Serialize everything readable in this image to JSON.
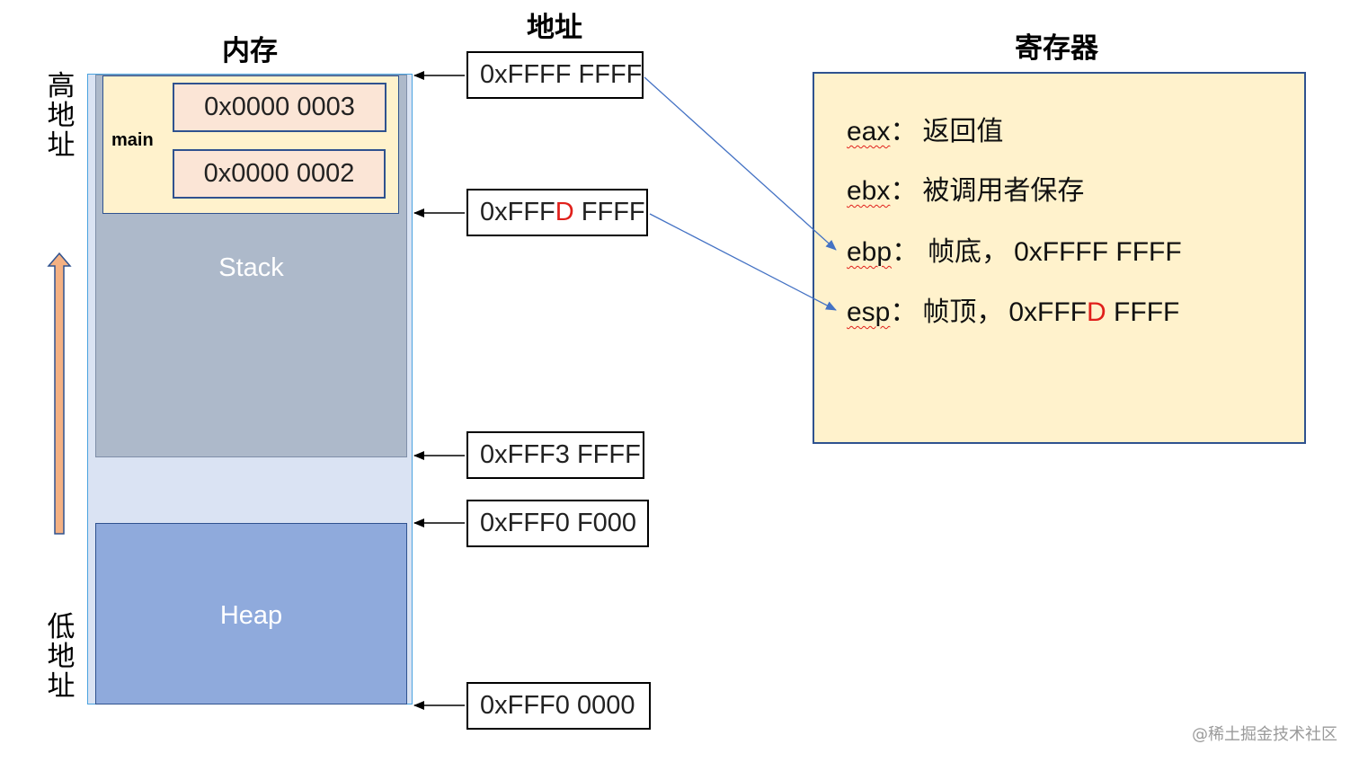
{
  "headings": {
    "memory": "内存",
    "address": "地址",
    "registers": "寄存器"
  },
  "side_labels": {
    "high": "高地址",
    "low": "低地址"
  },
  "memory": {
    "frame_label": "main",
    "frame_values": [
      "0x0000 0003",
      "0x0000 0002"
    ],
    "stack_label": "Stack",
    "heap_label": "Heap"
  },
  "addresses": [
    {
      "prefix": "0xFFFF FFFF",
      "highlight": "",
      "suffix": ""
    },
    {
      "prefix": "0xFFF",
      "highlight": "D",
      "suffix": " FFFF"
    },
    {
      "prefix": "0xFFF3 FFFF",
      "highlight": "",
      "suffix": ""
    },
    {
      "prefix": "0xFFF0 F000",
      "highlight": "",
      "suffix": ""
    },
    {
      "prefix": "0xFFF0 0000",
      "highlight": "",
      "suffix": ""
    }
  ],
  "registers": [
    {
      "name": "eax",
      "sep": "：",
      "desc": "返回值",
      "addr_prefix": "",
      "addr_highlight": "",
      "addr_suffix": ""
    },
    {
      "name": "ebx",
      "sep": "：",
      "desc": "被调用者保存",
      "addr_prefix": "",
      "addr_highlight": "",
      "addr_suffix": ""
    },
    {
      "name": "ebp",
      "sep": "：",
      "desc": "帧底，",
      "addr_prefix": "0xFFFF FFFF",
      "addr_highlight": "",
      "addr_suffix": ""
    },
    {
      "name": "esp",
      "sep": "：",
      "desc": "帧顶，",
      "addr_prefix": "0xFFF",
      "addr_highlight": "D",
      "addr_suffix": " FFFF"
    }
  ],
  "watermark": "@稀土掘金技术社区",
  "colors": {
    "memory_bg": "#dae3f3",
    "stack": "#adb9ca",
    "heap": "#8faadc",
    "frame": "#fff2cc",
    "frame_value": "#fbe5d6",
    "register_panel": "#fff2cc",
    "highlight": "#e0201b",
    "arrow_up": "#f4b183",
    "pointer_line": "#4472c4"
  }
}
